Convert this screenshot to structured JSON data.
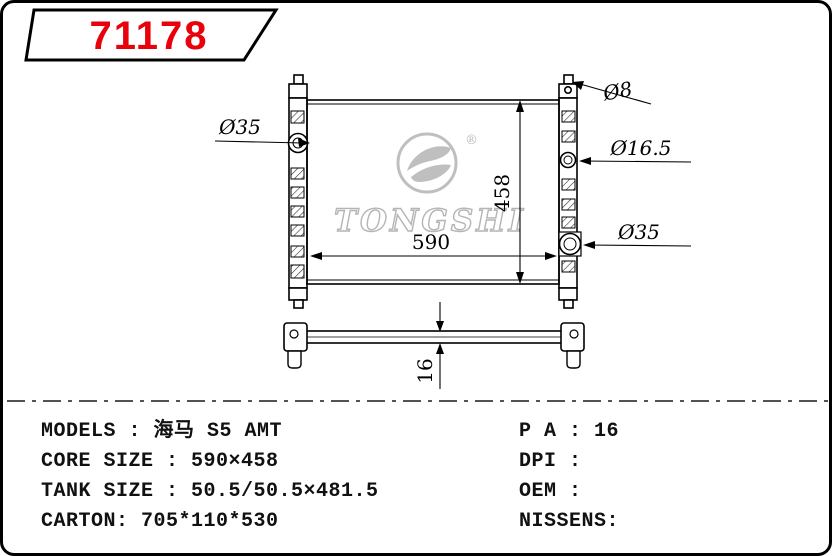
{
  "part_number": "71178",
  "logo": {
    "brand": "TONGSHI",
    "registered_mark": "®"
  },
  "drawing": {
    "dims": {
      "left_inlet": "Ø35",
      "mounting_hole": "Ø8",
      "core_height": "458",
      "core_width": "590",
      "right_fitting": "Ø16.5",
      "right_outlet": "Ø35",
      "thickness": "16"
    }
  },
  "specs": {
    "left": [
      {
        "text": "MODELS : 海马 S5 AMT"
      },
      {
        "text": "CORE SIZE : 590×458"
      },
      {
        "text": "TANK SIZE : 50.5/50.5×481.5"
      },
      {
        "text": "CARTON: 705*110*530"
      }
    ],
    "right": [
      {
        "text": "P A : 16"
      },
      {
        "text": "DPI : "
      },
      {
        "text": "OEM : "
      },
      {
        "text": "NISSENS:"
      }
    ]
  }
}
